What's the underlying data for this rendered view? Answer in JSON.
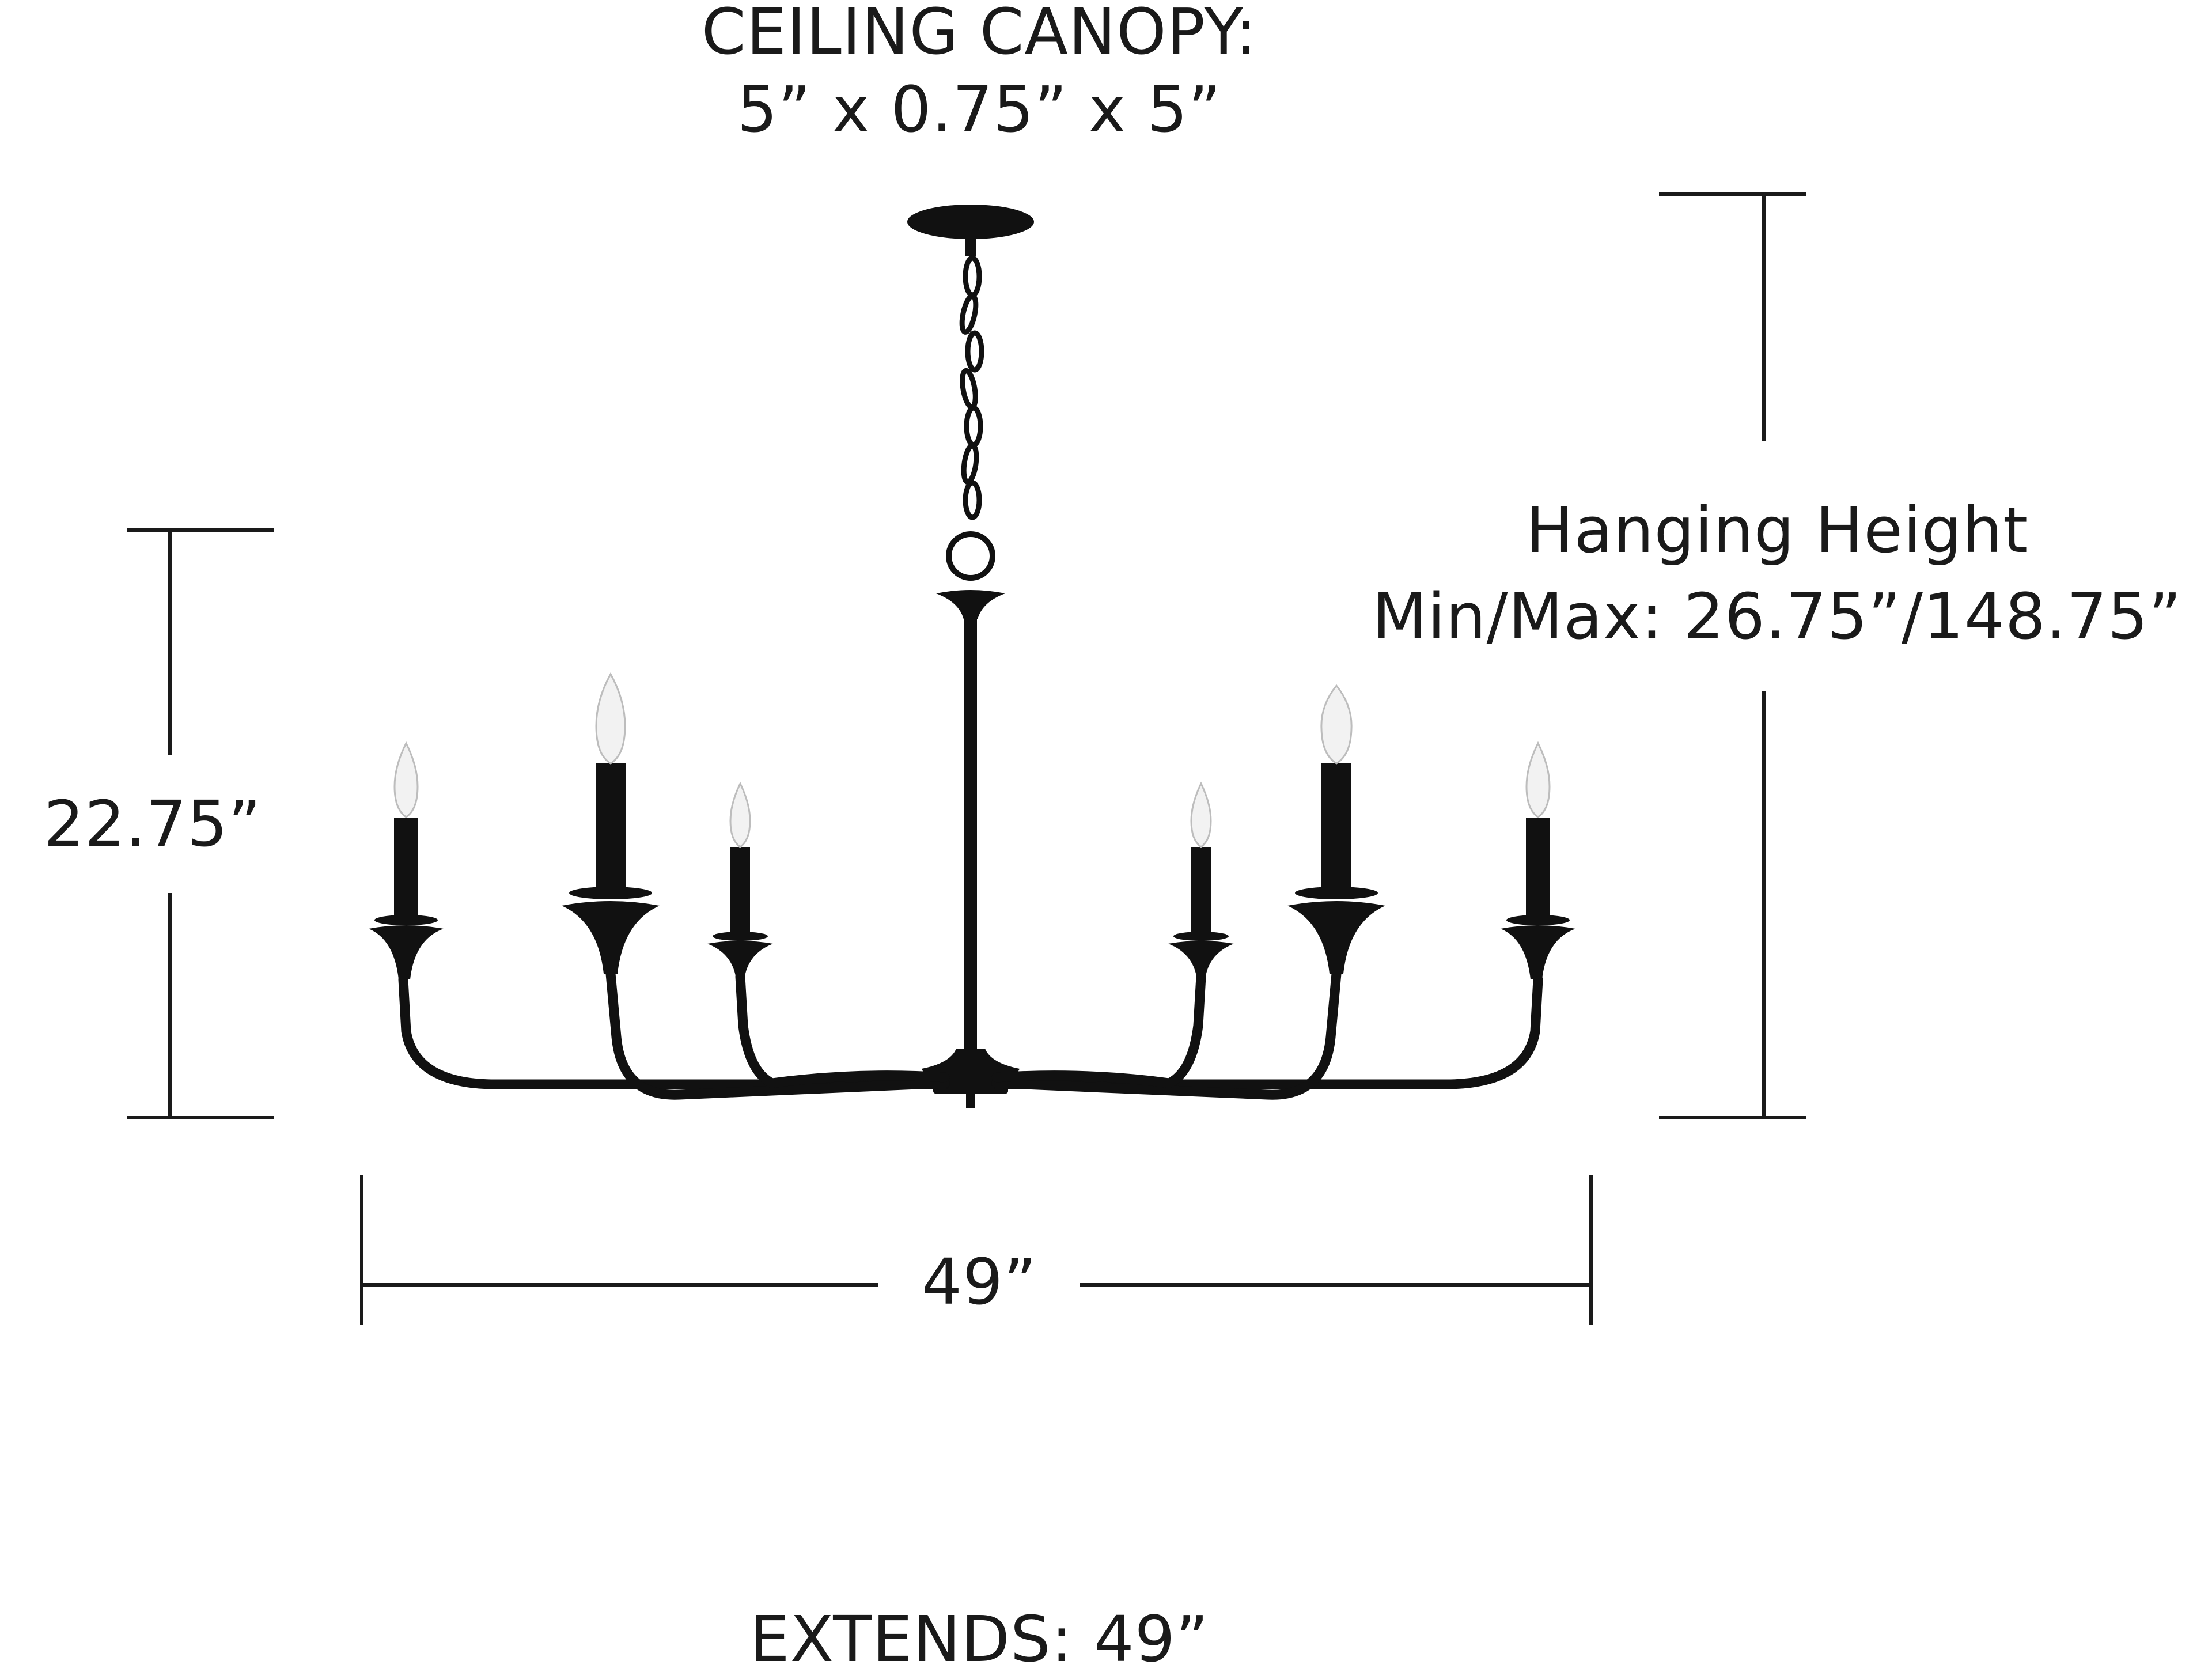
{
  "canopy": {
    "title": "CEILING CANOPY:",
    "size": "5” x 0.75” x 5”"
  },
  "hanging_height": {
    "line1": "Hanging Height",
    "line2": "Min/Max: 26.75”/148.75”"
  },
  "fixture_height": "22.75”",
  "fixture_width": "49”",
  "extends": "EXTENDS: 49”",
  "colors": {
    "fixture": "#111111",
    "dimension_line": "#1a1a1a",
    "bulb": "#f2f2f2",
    "background": "#ffffff"
  }
}
